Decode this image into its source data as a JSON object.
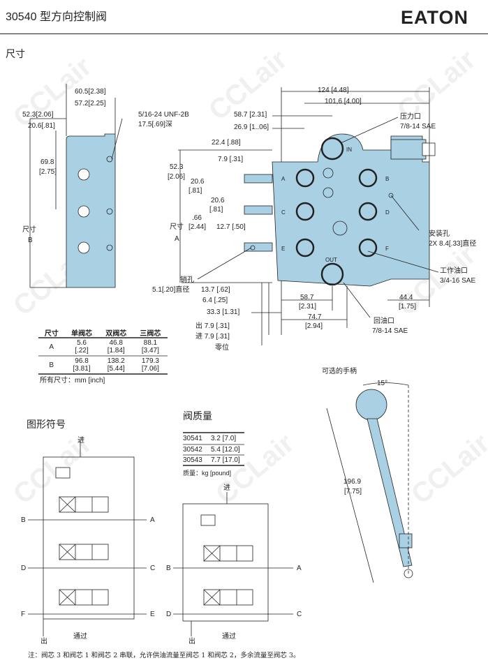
{
  "header": {
    "title": "30540 型方向控制阀",
    "logo": "EATON"
  },
  "section_dimensions": "尺寸",
  "side_view": {
    "d1": "60.5[2.38]",
    "d2": "57.2[2.25]",
    "d3": "52.3[2.06]",
    "d4": "20.6[.81]",
    "thread": "5/16-24 UNF-2B",
    "depth": "17.5[.69]深",
    "h1": "69.8",
    "h1b": "[2.75]",
    "dimB1": "尺寸",
    "dimB2": "B"
  },
  "front_view": {
    "w1": "124 [4.48]",
    "w2": "101,6 [4.00]",
    "w3": "58.7 [2.31]",
    "w4": "26.9 [1..06]",
    "w5": "22.4 [.88]",
    "w6": "7.9 [.31]",
    "v1": "52.3",
    "v1b": "[2.06]",
    "v2": "20.6",
    "v2b": "[.81]",
    "v3": "20.6",
    "v3b": "[.81]",
    "v4": ".66",
    "v4b": "[2.44]",
    "v5": "12.7 [.50]",
    "dimA1": "尺寸",
    "dimA2": "A",
    "pressure_port": "压力口",
    "pressure_spec": "7/8-14 SAE",
    "mount_hole": "安装孔",
    "mount_spec": "2X 8.4[.33]直径",
    "work_port": "工作油口",
    "work_spec": "3/4-16 SAE",
    "pin_hole": "销孔",
    "pin_spec": "5.1[.20]直径",
    "b1": "13.7 [.62]",
    "b2": "6.4 [.25]",
    "b3": "33.3 [1.31]",
    "b4": "58.7",
    "b4b": "[2.31]",
    "b5": "74.7",
    "b5b": "[2.94]",
    "b6": "44.4",
    "b6b": "[1.75]",
    "return_port": "回油口",
    "return_spec": "7/8-14 SAE",
    "out_pos": "出 7.9 [.31]",
    "in_pos": "进 7.9 [.31]",
    "zero": "零位",
    "ports": [
      "A",
      "B",
      "C",
      "D",
      "E",
      "F",
      "IN",
      "OUT"
    ]
  },
  "dim_table": {
    "headers": [
      "尺寸",
      "单阀芯",
      "双阀芯",
      "三阀芯"
    ],
    "rows": [
      {
        "label": "A",
        "mm": [
          "5.6",
          "46.8",
          "88.1"
        ],
        "in": [
          "[.22]",
          "[1.84]",
          "[3.47]"
        ]
      },
      {
        "label": "B",
        "mm": [
          "96.8",
          "138.2",
          "179.3"
        ],
        "in": [
          "[3.81]",
          "[5.44]",
          "[7.06]"
        ]
      }
    ],
    "note": "所有尺寸：mm [inch]"
  },
  "handle": {
    "title": "可选的手柄",
    "angle": "15°",
    "len": "196.9",
    "len_in": "[7.75]"
  },
  "symbols": {
    "title": "图形符号",
    "in": "进",
    "out": "出",
    "through": "通过",
    "A": "A",
    "B": "B",
    "C": "C",
    "D": "D",
    "E": "E",
    "F": "F"
  },
  "mass": {
    "title": "阀质量",
    "rows": [
      [
        "30541",
        "3.2 [7.0]"
      ],
      [
        "30542",
        "5.4 [12.0]"
      ],
      [
        "30543",
        "7.7 [17.0]"
      ]
    ],
    "unit": "质量：kg [pound]"
  },
  "footnote": "注：阀芯 3 和阀芯 1 和阀芯 2 串联，允许供油流量至阀芯 1 和阀芯 2，多余流量至阀芯 3。",
  "watermark": "CCLair",
  "colors": {
    "body": "#a9d0e3",
    "line": "#222222"
  }
}
